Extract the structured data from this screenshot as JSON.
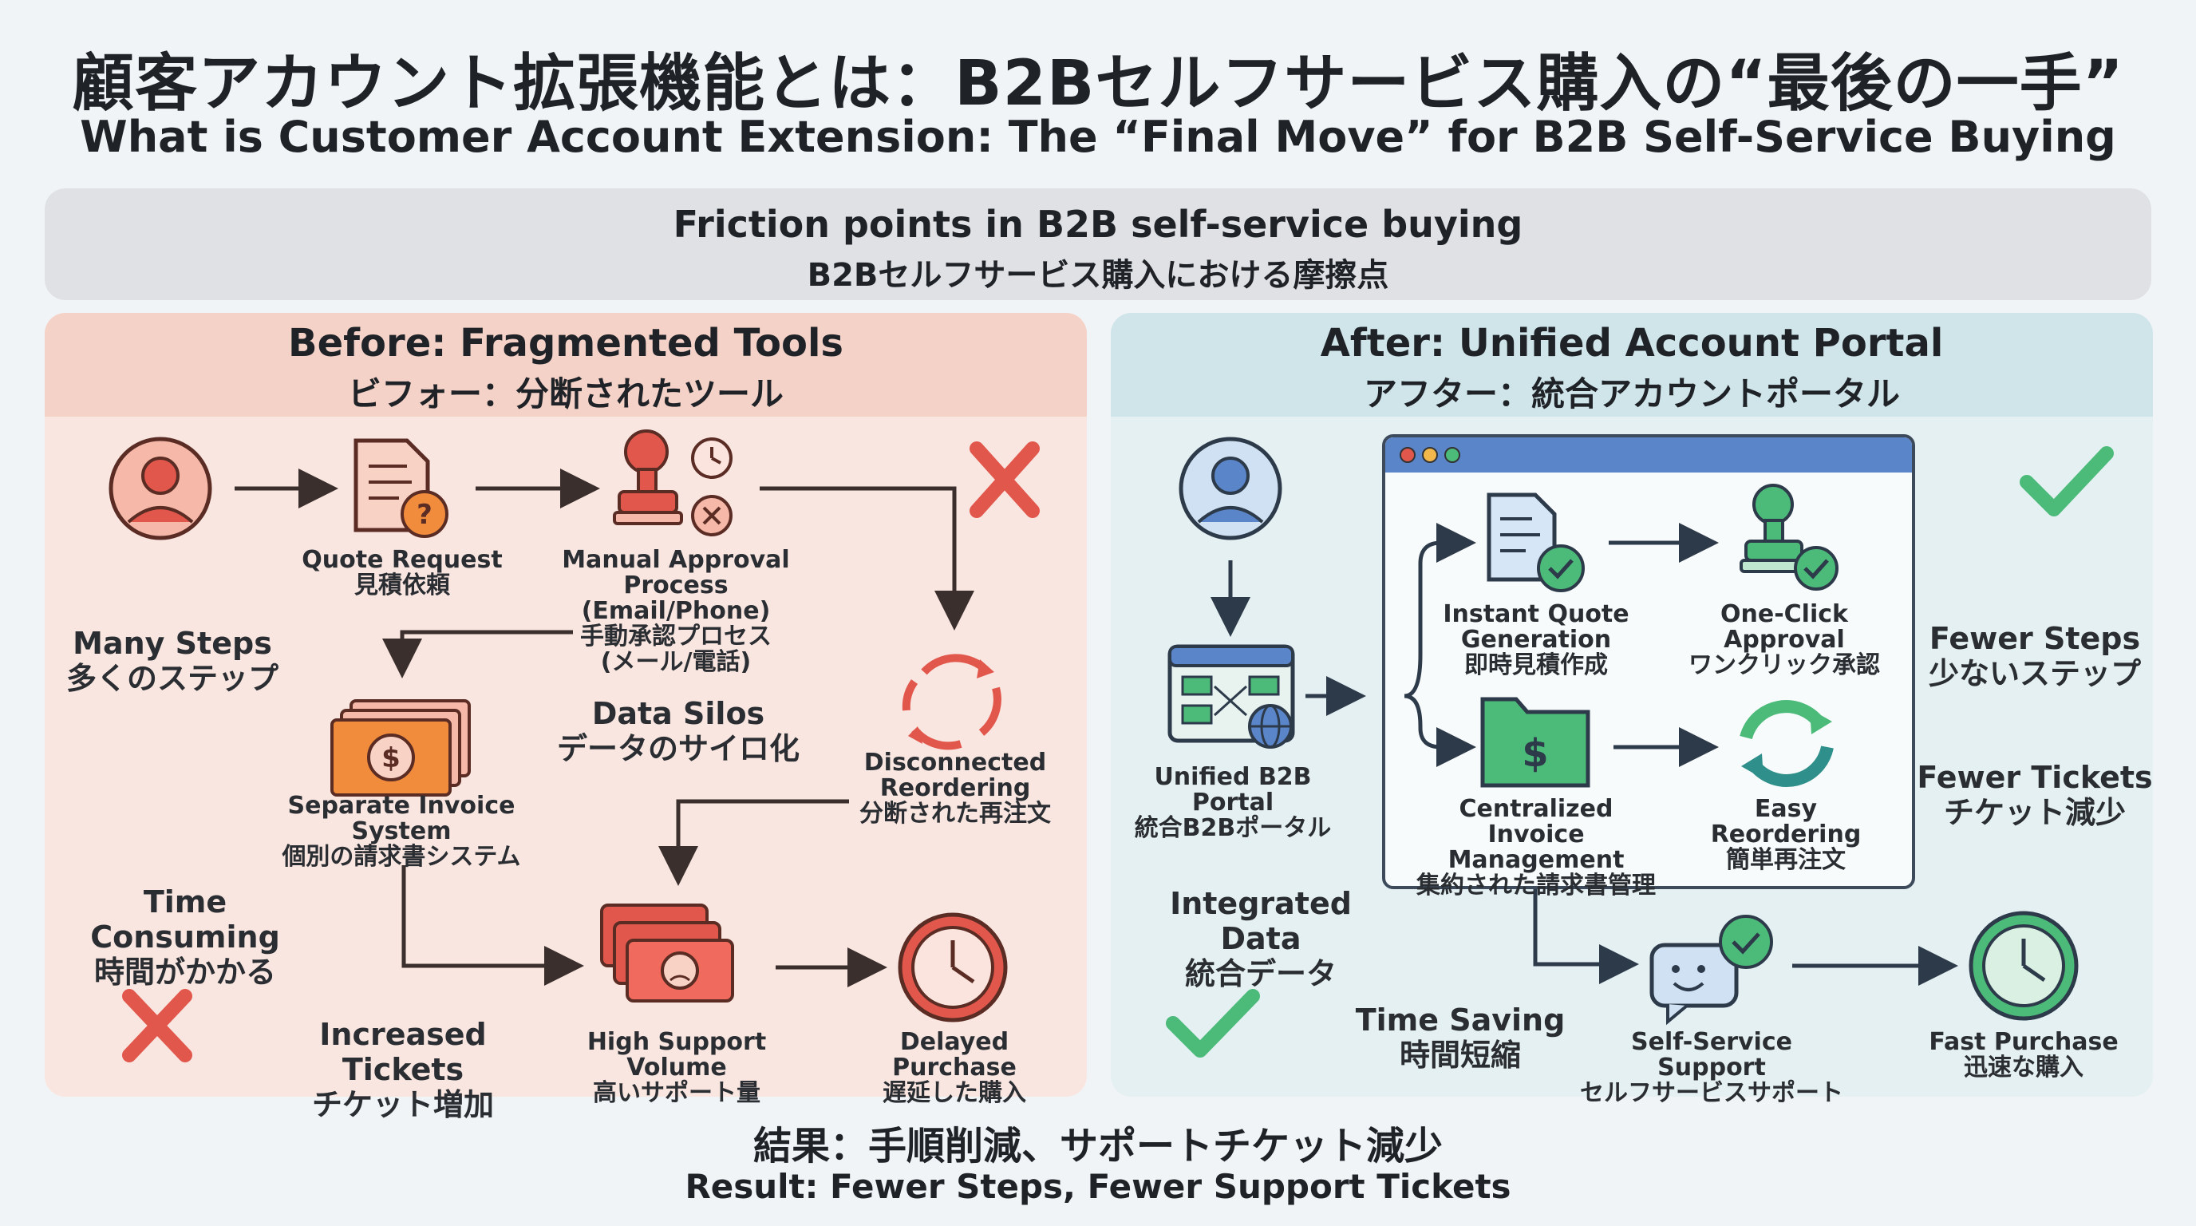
{
  "title": {
    "jp": "顧客アカウント拡張機能とは：B2Bセルフサービス購入の“最後の一手”",
    "en": "What is Customer Account Extension: The “Final Move” for B2B Self-Service Buying"
  },
  "friction": {
    "en": "Friction points in B2B self-service buying",
    "jp": "B2Bセルフサービス購入における摩擦点"
  },
  "before": {
    "title_en": "Before: Fragmented Tools",
    "title_jp": "ビフォー：分断されたツール",
    "quote_request": "Quote Request",
    "quote_request_jp": "見積依頼",
    "manual_approval_1": "Manual Approval Process",
    "manual_approval_2": "(Email/Phone)",
    "manual_approval_jp1": "手動承認プロセス",
    "manual_approval_jp2": "(メール/電話)",
    "many_steps": "Many Steps",
    "many_steps_jp": "多くのステップ",
    "data_silos": "Data Silos",
    "data_silos_jp": "データのサイロ化",
    "separate_invoice": "Separate Invoice System",
    "separate_invoice_jp": "個別の請求書システム",
    "disconnected_1": "Disconnected",
    "disconnected_2": "Reordering",
    "disconnected_jp": "分断された再注文",
    "time_consuming": "Time Consuming",
    "time_consuming_jp": "時間がかかる",
    "increased_tickets": "Increased Tickets",
    "increased_tickets_jp": "チケット増加",
    "high_support": "High Support Volume",
    "high_support_jp": "高いサポート量",
    "delayed_purchase": "Delayed Purchase",
    "delayed_purchase_jp": "遅延した購入"
  },
  "after": {
    "title_en": "After: Unified Account Portal",
    "title_jp": "アフター：統合アカウントポータル",
    "unified_portal": "Unified B2B Portal",
    "unified_portal_jp": "統合B2Bポータル",
    "instant_quote_1": "Instant Quote",
    "instant_quote_2": "Generation",
    "instant_quote_jp": "即時見積作成",
    "one_click": "One-Click Approval",
    "one_click_jp": "ワンクリック承認",
    "centralized_1": "Centralized Invoice",
    "centralized_2": "Management",
    "centralized_jp": "集約された請求書管理",
    "easy_reorder": "Easy Reordering",
    "easy_reorder_jp": "簡単再注文",
    "fewer_steps": "Fewer Steps",
    "fewer_steps_jp": "少ないステップ",
    "fewer_tickets": "Fewer Tickets",
    "fewer_tickets_jp": "チケット減少",
    "integrated_data": "Integrated Data",
    "integrated_data_jp": "統合データ",
    "time_saving": "Time Saving",
    "time_saving_jp": "時間短縮",
    "self_service": "Self-Service Support",
    "self_service_jp": "セルフサービスサポート",
    "fast_purchase": "Fast Purchase",
    "fast_purchase_jp": "迅速な購入"
  },
  "result": {
    "jp": "結果：手順削減、サポートチケット減少",
    "en": "Result: Fewer Steps, Fewer Support Tickets"
  },
  "colors": {
    "red": "#e2574c",
    "green": "#4cbb7a",
    "blue": "#5a86c9",
    "dark": "#3c4a5c"
  }
}
